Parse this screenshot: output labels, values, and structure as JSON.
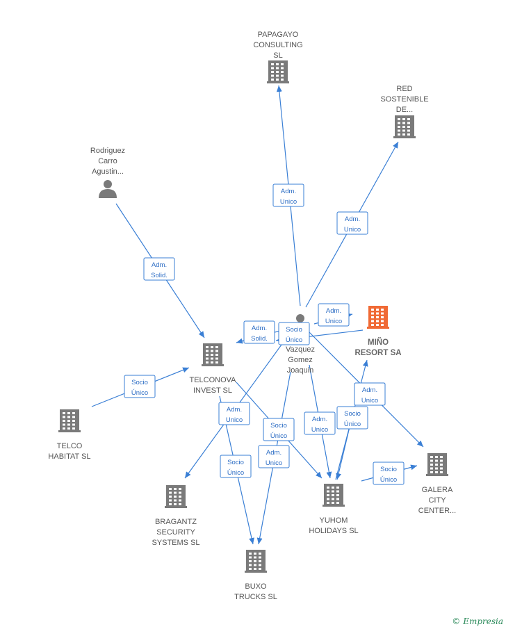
{
  "diagram": {
    "nodes": [
      {
        "id": "papagayo",
        "type": "company",
        "main": false,
        "label": [
          "PAPAGAYO",
          "CONSULTING",
          "SL"
        ]
      },
      {
        "id": "red",
        "type": "company",
        "main": false,
        "label": [
          "RED",
          "SOSTENIBLE",
          "DE..."
        ]
      },
      {
        "id": "rodriguez",
        "type": "person",
        "main": false,
        "label": [
          "Rodriguez",
          "Carro",
          "Agustin..."
        ]
      },
      {
        "id": "vazquez",
        "type": "person",
        "main": false,
        "label": [
          "Vazquez",
          "Gomez",
          "Joaquin"
        ]
      },
      {
        "id": "mino",
        "type": "company",
        "main": true,
        "label": [
          "MIÑO",
          "RESORT SA"
        ]
      },
      {
        "id": "telconova",
        "type": "company",
        "main": false,
        "label": [
          "TELCONOVA",
          "INVEST SL"
        ]
      },
      {
        "id": "telco",
        "type": "company",
        "main": false,
        "label": [
          "TELCO",
          "HABITAT SL"
        ]
      },
      {
        "id": "galera",
        "type": "company",
        "main": false,
        "label": [
          "GALERA",
          "CITY",
          "CENTER..."
        ]
      },
      {
        "id": "bragantz",
        "type": "company",
        "main": false,
        "label": [
          "BRAGANTZ",
          "SECURITY",
          "SYSTEMS SL"
        ]
      },
      {
        "id": "yuhom",
        "type": "company",
        "main": false,
        "label": [
          "YUHOM",
          "HOLIDAYS SL"
        ]
      },
      {
        "id": "buxo",
        "type": "company",
        "main": false,
        "label": [
          "BUXO",
          "TRUCKS SL"
        ]
      }
    ],
    "edges": [
      {
        "from": "vazquez",
        "to": "papagayo",
        "label": [
          "Adm.",
          "Unico"
        ]
      },
      {
        "from": "vazquez",
        "to": "red",
        "label": [
          "Adm.",
          "Unico"
        ]
      },
      {
        "from": "rodriguez",
        "to": "telconova",
        "label": [
          "Adm.",
          "Solid."
        ]
      },
      {
        "from": "vazquez",
        "to": "mino",
        "label": [
          "Adm.",
          "Unico"
        ]
      },
      {
        "from": "vazquez",
        "to": "telconova",
        "label": [
          "Adm.",
          "Solid."
        ]
      },
      {
        "from": "mino",
        "to": "vazquez",
        "label": [
          "Socio",
          "Único"
        ]
      },
      {
        "from": "telco",
        "to": "telconova",
        "label": [
          "Socio",
          "Único"
        ]
      },
      {
        "from": "yuhom",
        "to": "mino",
        "label": [
          "Adm.",
          "Unico"
        ]
      },
      {
        "from": "vazquez",
        "to": "galera",
        "label": [
          "Adm.",
          "Unico"
        ]
      },
      {
        "from": "vazquez",
        "to": "bragantz",
        "label": [
          "Adm.",
          "Unico"
        ]
      },
      {
        "from": "telconova",
        "to": "yuhom",
        "label": [
          "Socio",
          "Único"
        ]
      },
      {
        "from": "vazquez",
        "to": "yuhom",
        "label": [
          "Adm.",
          "Unico"
        ]
      },
      {
        "from": "yuhom",
        "to": "galera",
        "label": [
          "Socio",
          "Único"
        ]
      },
      {
        "from": "telconova",
        "to": "buxo",
        "label": [
          "Socio",
          "Único"
        ]
      },
      {
        "from": "vazquez",
        "to": "buxo",
        "label": [
          "Adm.",
          "Unico"
        ]
      },
      {
        "from": "mino",
        "to": "yuhom",
        "label": [
          "Socio",
          "Único"
        ]
      }
    ]
  },
  "footer": {
    "copyright_symbol": "©",
    "brand": "Empresia"
  },
  "colors": {
    "edge": "#3a7fd5",
    "node": "#7a7a7a",
    "main_node": "#f06a35"
  }
}
